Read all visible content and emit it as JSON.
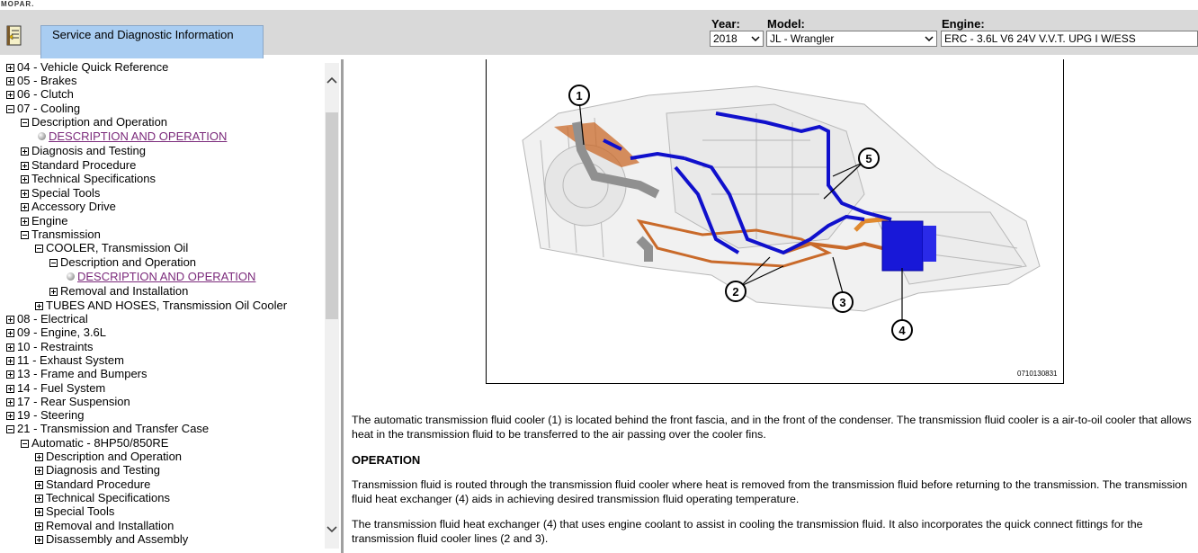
{
  "brand": "MOPAR.",
  "app_tab": {
    "label": "Service and Diagnostic Information"
  },
  "filters": {
    "year": {
      "label": "Year:",
      "value": "2018"
    },
    "model": {
      "label": "Model:",
      "value": "JL - Wrangler"
    },
    "engine": {
      "label": "Engine:",
      "value": "ERC - 3.6L V6 24V V.V.T. UPG I W/ESS"
    }
  },
  "tree": [
    {
      "label": "04 - Vehicle Quick Reference",
      "toggle": "plus",
      "level": 0
    },
    {
      "label": "05 - Brakes",
      "toggle": "plus",
      "level": 0
    },
    {
      "label": "06 - Clutch",
      "toggle": "plus",
      "level": 0
    },
    {
      "label": "07 - Cooling",
      "toggle": "minus",
      "level": 0
    },
    {
      "label": "Description and Operation",
      "toggle": "minus",
      "level": 1
    },
    {
      "label": "DESCRIPTION AND OPERATION",
      "toggle": "dot",
      "level": 2,
      "link": true
    },
    {
      "label": "Diagnosis and Testing",
      "toggle": "plus",
      "level": 1
    },
    {
      "label": "Standard Procedure",
      "toggle": "plus",
      "level": 1
    },
    {
      "label": "Technical Specifications",
      "toggle": "plus",
      "level": 1
    },
    {
      "label": "Special Tools",
      "toggle": "plus",
      "level": 1
    },
    {
      "label": "Accessory Drive",
      "toggle": "plus",
      "level": 1
    },
    {
      "label": "Engine",
      "toggle": "plus",
      "level": 1
    },
    {
      "label": "Transmission",
      "toggle": "minus",
      "level": 1
    },
    {
      "label": "COOLER, Transmission Oil",
      "toggle": "minus",
      "level": 2
    },
    {
      "label": "Description and Operation",
      "toggle": "minus",
      "level": 3
    },
    {
      "label": "DESCRIPTION AND OPERATION",
      "toggle": "dot",
      "level": 4,
      "link": true
    },
    {
      "label": "Removal and Installation",
      "toggle": "plus",
      "level": 3
    },
    {
      "label": "TUBES AND HOSES, Transmission Oil Cooler",
      "toggle": "plus",
      "level": 2
    },
    {
      "label": "08 - Electrical",
      "toggle": "plus",
      "level": 0
    },
    {
      "label": "09 - Engine, 3.6L",
      "toggle": "plus",
      "level": 0
    },
    {
      "label": "10 - Restraints",
      "toggle": "plus",
      "level": 0
    },
    {
      "label": "11 - Exhaust System",
      "toggle": "plus",
      "level": 0
    },
    {
      "label": "13 - Frame and Bumpers",
      "toggle": "plus",
      "level": 0
    },
    {
      "label": "14 - Fuel System",
      "toggle": "plus",
      "level": 0
    },
    {
      "label": "17 - Rear Suspension",
      "toggle": "plus",
      "level": 0
    },
    {
      "label": "19 - Steering",
      "toggle": "plus",
      "level": 0
    },
    {
      "label": "21 - Transmission and Transfer Case",
      "toggle": "minus",
      "level": 0
    },
    {
      "label": "Automatic - 8HP50/850RE",
      "toggle": "minus",
      "level": 1
    },
    {
      "label": "Description and Operation",
      "toggle": "plus",
      "level": 2
    },
    {
      "label": "Diagnosis and Testing",
      "toggle": "plus",
      "level": 2
    },
    {
      "label": "Standard Procedure",
      "toggle": "plus",
      "level": 2
    },
    {
      "label": "Technical Specifications",
      "toggle": "plus",
      "level": 2
    },
    {
      "label": "Special Tools",
      "toggle": "plus",
      "level": 2
    },
    {
      "label": "Removal and Installation",
      "toggle": "plus",
      "level": 2
    },
    {
      "label": "Disassembly and Assembly",
      "toggle": "plus",
      "level": 2
    }
  ],
  "figure": {
    "code": "0710130831",
    "callouts": [
      "1",
      "2",
      "3",
      "4",
      "5"
    ]
  },
  "content": {
    "intro": "The automatic transmission fluid cooler (1) is located behind the front fascia, and in the front of the condenser. The transmission fluid cooler is a air-to-oil cooler that allows heat in the transmission fluid to be transferred to the air passing over the cooler fins.",
    "heading": "OPERATION",
    "op1": "Transmission fluid is routed through the transmission fluid cooler where heat is removed from the transmission fluid before returning to the transmission. The transmission fluid heat exchanger (4) aids in achieving desired transmission fluid operating temperature.",
    "op2": "The transmission fluid heat exchanger (4) that uses engine coolant to assist in cooling the transmission fluid. It also incorporates the quick connect fittings for the transmission fluid cooler lines (2 and 3)."
  },
  "colors": {
    "header_bg": "#d9d9d9",
    "tab_bg": "#a9cdf2",
    "link": "#7b2a7b",
    "cooler_line": "#1010cc",
    "fitting": "#c96a2a"
  }
}
